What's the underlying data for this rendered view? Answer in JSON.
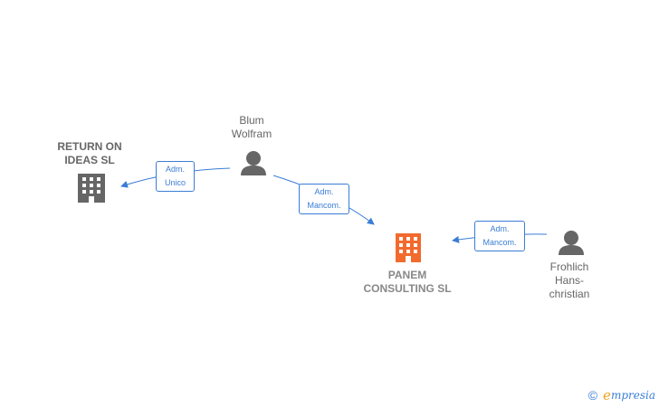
{
  "nodes": {
    "return_on_ideas": {
      "name_line1": "RETURN ON",
      "name_line2": "IDEAS SL"
    },
    "panem": {
      "name_line1": "PANEM",
      "name_line2": "CONSULTING SL"
    },
    "blum": {
      "name_line1": "Blum",
      "name_line2": "Wolfram"
    },
    "frohlich": {
      "name_line1": "Frohlich",
      "name_line2": "Hans-",
      "name_line3": "christian"
    }
  },
  "edges": {
    "blum_to_return": {
      "line1": "Adm.",
      "line2": "Unico"
    },
    "blum_to_panem": {
      "line1": "Adm.",
      "line2": "Mancom."
    },
    "frohlich_to_panem": {
      "line1": "Adm.",
      "line2": "Mancom."
    }
  },
  "colors": {
    "edge": "#3a7dd6",
    "company_main": "#f26a2e",
    "company": "#666666",
    "person": "#666666"
  },
  "footer": {
    "copyright": "©",
    "brand_e": "e",
    "brand_rest": "mpresia"
  }
}
